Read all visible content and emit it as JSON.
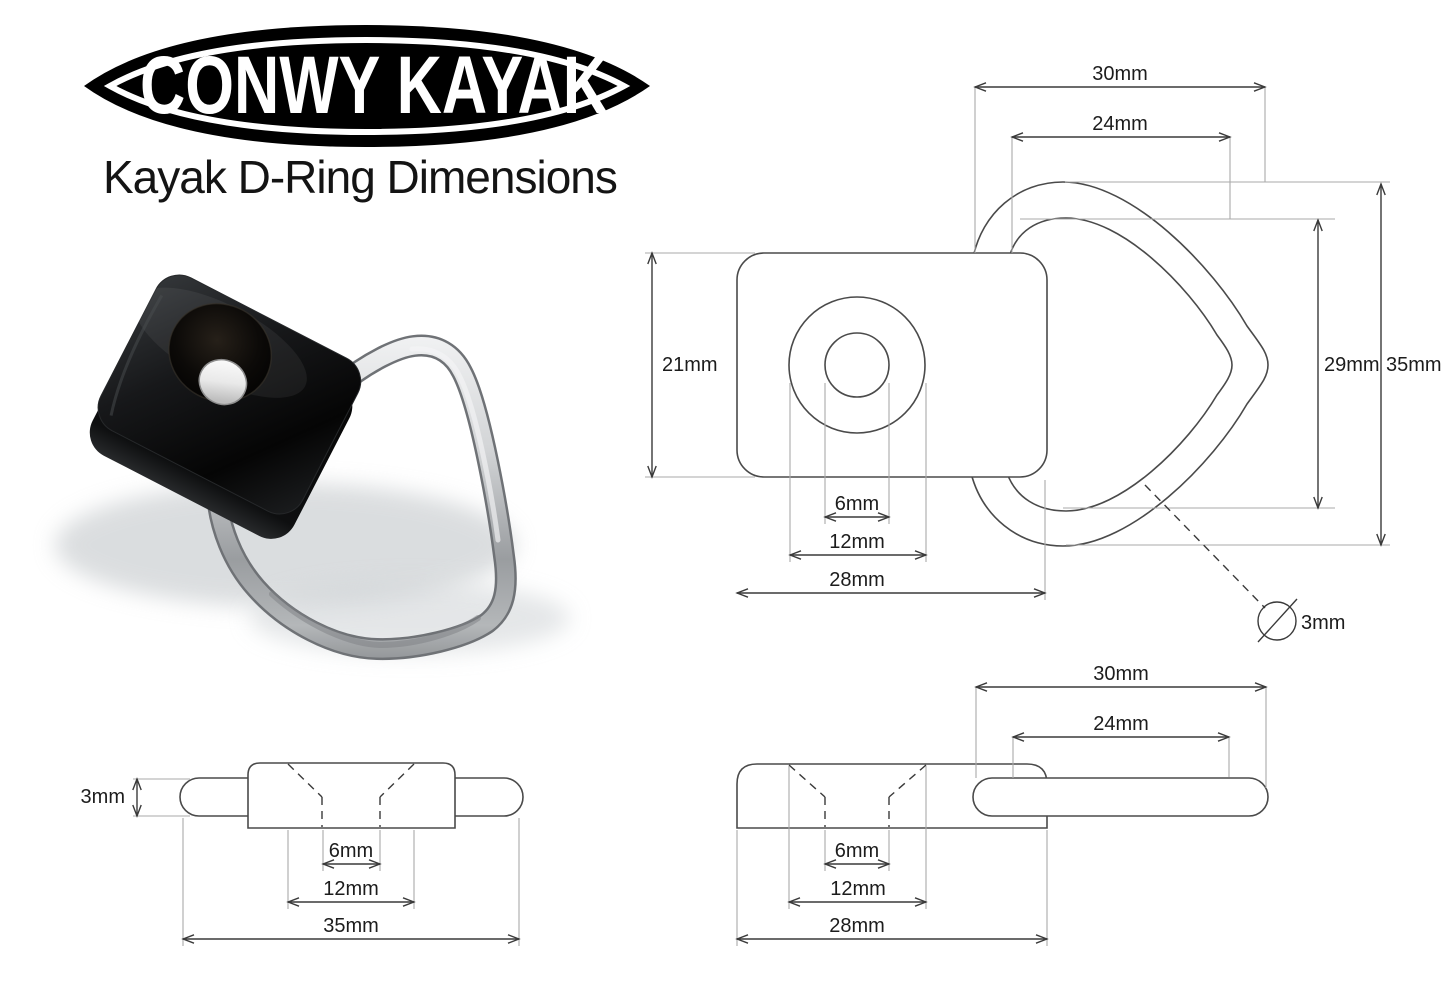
{
  "header": {
    "logo_text": "CONWY KAYAK",
    "title": "Kayak D-Ring Dimensions"
  },
  "colors": {
    "line": "#3a3a3a",
    "ext": "#aaaaaa",
    "outline": "#4a4a4a",
    "text": "#1c1c1c",
    "plastic_black": "#0d0d0d",
    "metal_silver": "#c9cbcd"
  },
  "views": {
    "top": {
      "d30": "30mm",
      "d24": "24mm",
      "d21": "21mm",
      "d29": "29mm",
      "d35": "35mm",
      "d6": "6mm",
      "d12": "12mm",
      "d28": "28mm",
      "d3": "3mm"
    },
    "side": {
      "d3": "3mm",
      "d6": "6mm",
      "d12": "12mm",
      "d35": "35mm"
    },
    "front": {
      "d30": "30mm",
      "d24": "24mm",
      "d6": "6mm",
      "d12": "12mm",
      "d28": "28mm"
    }
  }
}
